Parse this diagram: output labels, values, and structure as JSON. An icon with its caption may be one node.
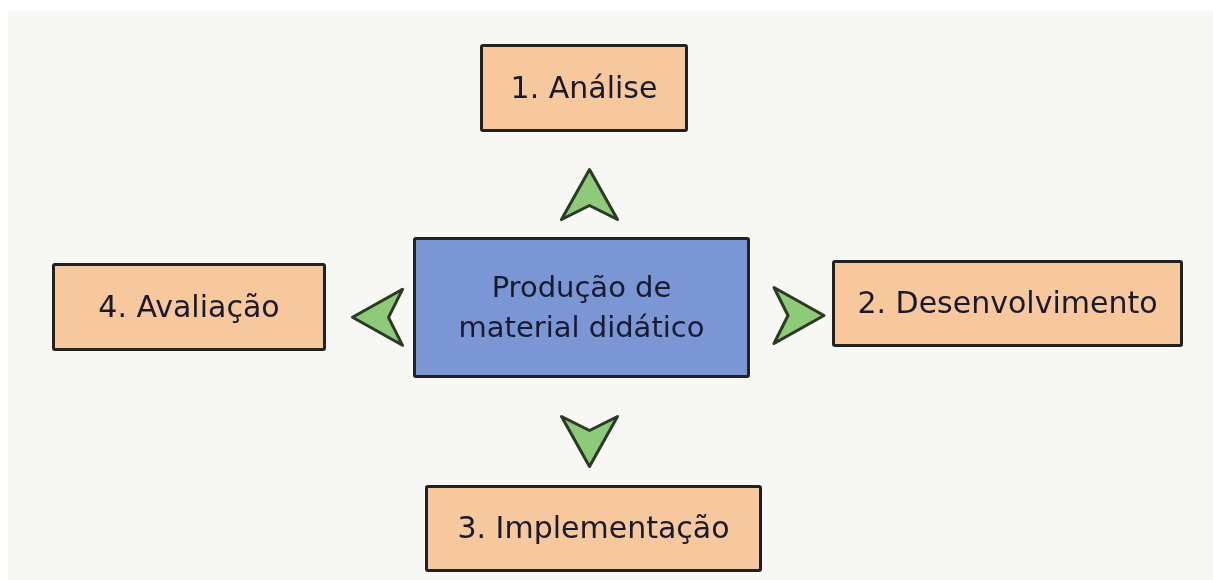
{
  "diagram": {
    "nodes": [
      {
        "text": [
          "Produção de material didático"
        ]
      },
      {
        "text": [
          "1. Análise"
        ]
      },
      {
        "text": [
          "2. Desenvolvimento"
        ]
      },
      {
        "text": [
          "3. Implementação"
        ]
      },
      {
        "text": [
          "4. Avaliação"
        ]
      }
    ],
    "edges": [
      {
        "from": 0,
        "to": 1,
        "arrow": "to"
      },
      {
        "from": 0,
        "to": 2,
        "arrow": "to"
      },
      {
        "from": 0,
        "to": 3,
        "arrow": "to"
      },
      {
        "from": 0,
        "to": 4,
        "arrow": "to"
      }
    ]
  }
}
